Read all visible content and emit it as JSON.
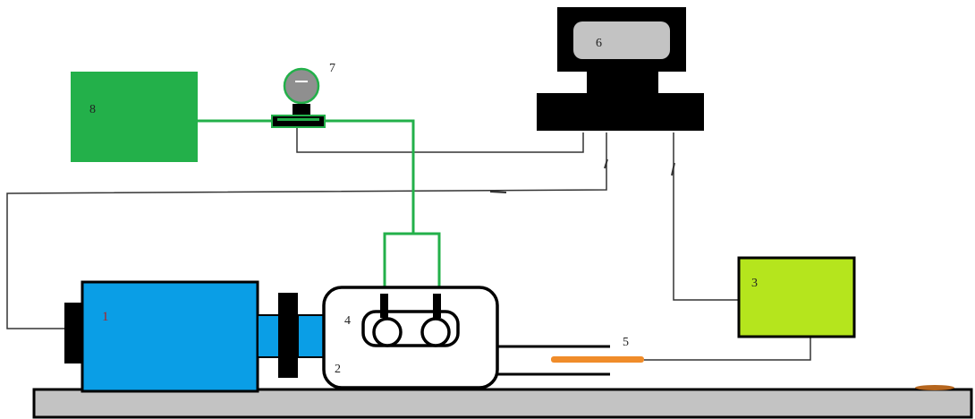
{
  "labels": {
    "motor": "1",
    "coupling": "2",
    "power_supply": "3",
    "transducer": "4",
    "probe": "5",
    "monitor": "6",
    "lamp": "7",
    "controller": "8"
  },
  "colors": {
    "motor": "#0a9ee6",
    "shaft": "#0a9ee6",
    "controller": "#23b04a",
    "power_supply": "#b5e51d",
    "probe": "#f08c2a",
    "base": "#c3c3c3",
    "screen": "#c3c3c3",
    "lamp_bulb": "#8f8f8f",
    "green_wire": "#23b04a",
    "dark": "#000000",
    "wire": "#333333"
  }
}
